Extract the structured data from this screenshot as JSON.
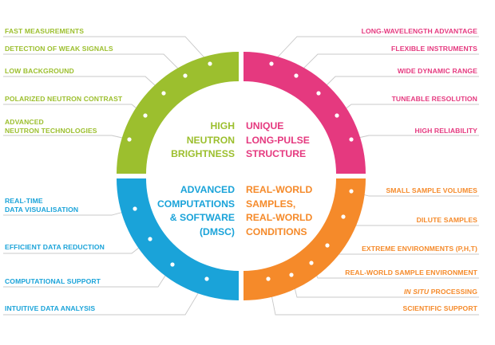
{
  "colors": {
    "green": "#9cbf2e",
    "pink": "#e5397f",
    "blue": "#1aa3d9",
    "orange": "#f58a2a",
    "connector": "#c8c8c8"
  },
  "quadrants": {
    "top_left": {
      "title": [
        "HIGH",
        "NEUTRON",
        "BRIGHTNESS"
      ],
      "items": [
        "FAST MEASUREMENTS",
        "DETECTION OF WEAK SIGNALS",
        "LOW BACKGROUND",
        "POLARIZED NEUTRON CONTRAST",
        "ADVANCED",
        "NEUTRON TECHNOLOGIES"
      ]
    },
    "top_right": {
      "title": [
        "UNIQUE",
        "LONG-PULSE",
        "STRUCTURE"
      ],
      "items": [
        "LONG-WAVELENGTH ADVANTAGE",
        "FLEXIBLE INSTRUMENTS",
        "WIDE DYNAMIC RANGE",
        "TUNEABLE RESOLUTION",
        "HIGH RELIABILITY"
      ]
    },
    "bottom_left": {
      "title": [
        "ADVANCED",
        "COMPUTATIONS",
        "& SOFTWARE",
        "(DMSC)"
      ],
      "items": [
        "REAL-TIME",
        "DATA VISUALISATION",
        "EFFICIENT DATA REDUCTION",
        "COMPUTATIONAL SUPPORT",
        "INTUITIVE DATA ANALYSIS"
      ]
    },
    "bottom_right": {
      "title": [
        "REAL-WORLD",
        "SAMPLES,",
        "REAL-WORLD",
        "CONDITIONS"
      ],
      "items": [
        "SMALL SAMPLE VOLUMES",
        "DILUTE SAMPLES",
        "EXTREME ENVIRONMENTS (P,H,T)",
        "REAL-WORLD SAMPLE ENVIRONMENT",
        "IN SITU",
        " PROCESSING",
        "SCIENTIFIC SUPPORT"
      ]
    }
  }
}
